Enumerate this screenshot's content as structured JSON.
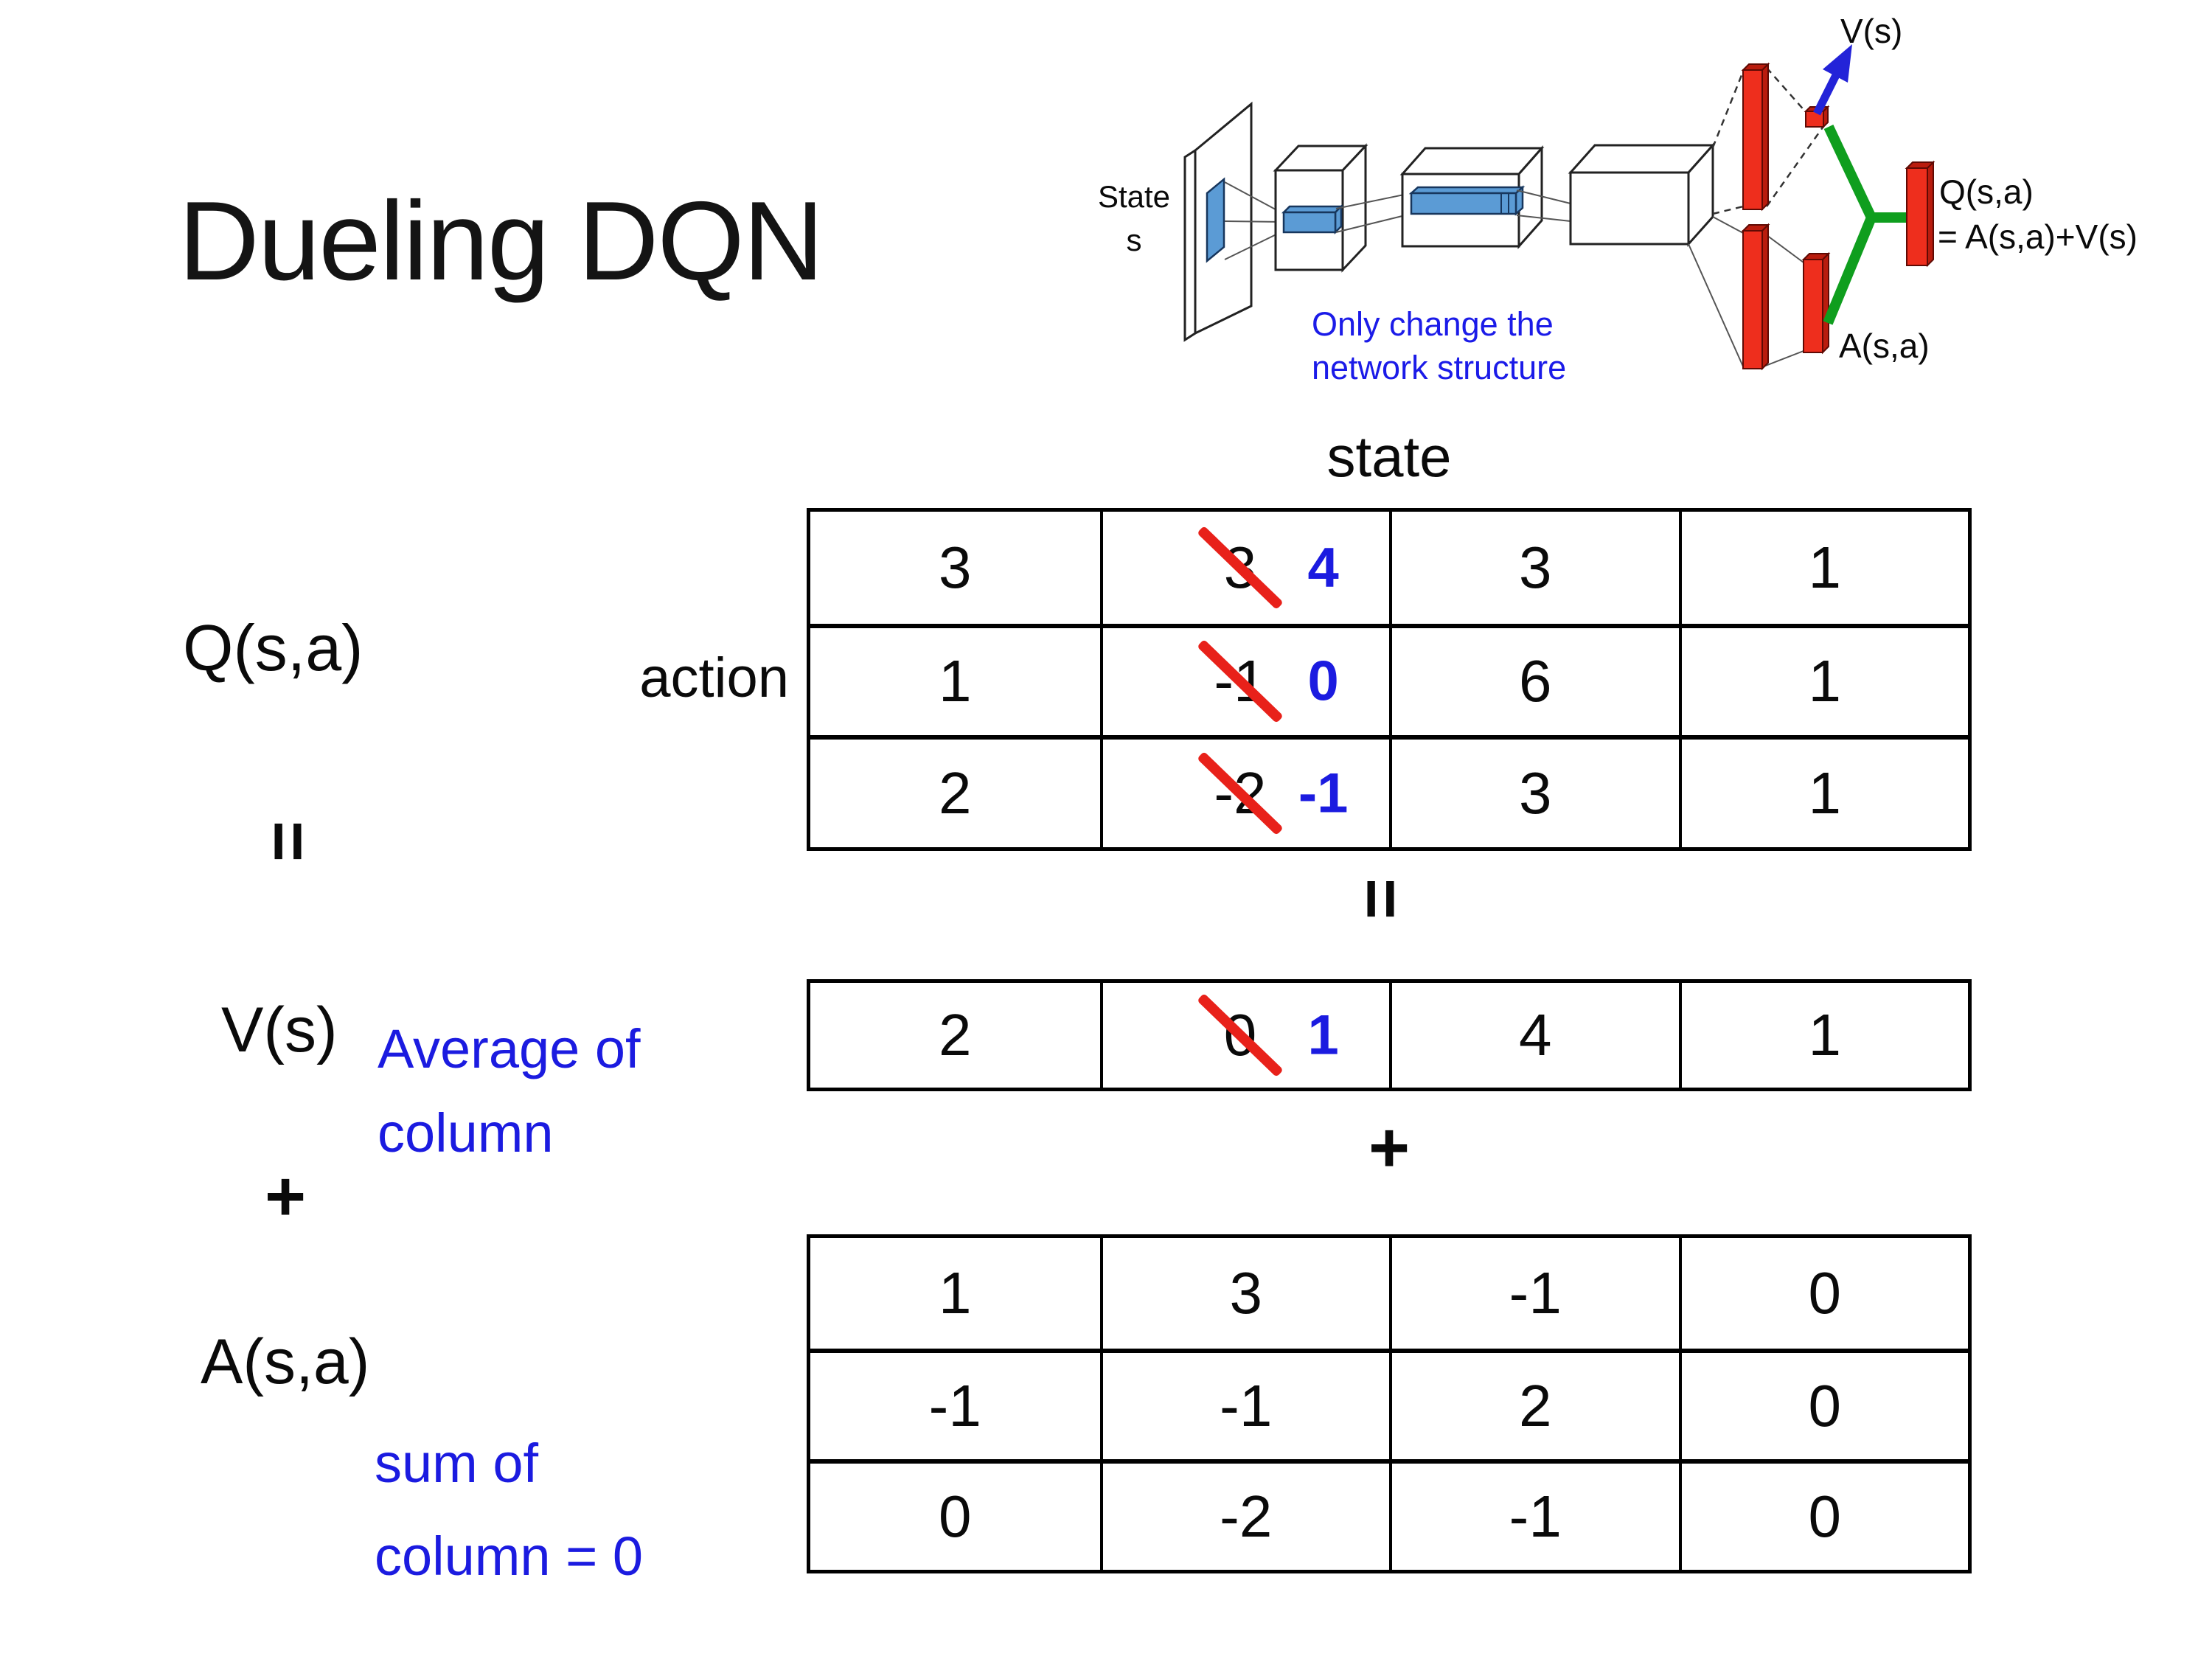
{
  "title": "Dueling DQN",
  "colors": {
    "highlight_blue": "#1b1be0",
    "strike_red": "#e8211a",
    "bar_red": "#ee2e1d",
    "bar_red_dark": "#b91c0e",
    "slab_blue": "#5b9bd5",
    "green": "#0f9e1e",
    "arrow_blue": "#2323d8",
    "note_blue": "#1b1be8"
  },
  "diagram": {
    "state_line1": "State",
    "state_line2": "s",
    "note_line1": "Only change the",
    "note_line2": "network structure",
    "v_label": "V(s)",
    "q_label": "Q(s,a)",
    "q_formula": "= A(s,a)+V(s)",
    "a_label": "A(s,a)"
  },
  "left_labels": {
    "q": "Q(s,a)",
    "equals": "=",
    "v": "V(s)",
    "plus": "+",
    "a": "A(s,a)"
  },
  "annotations": {
    "action": "action",
    "state": "state",
    "average_line1": "Average of",
    "average_line2": "column",
    "sum_line1": "sum of",
    "sum_line2": "column = 0",
    "equals_mid": "=",
    "plus_mid": "+"
  },
  "q_table": {
    "rows": [
      [
        "3",
        {
          "old": "3",
          "new": "4"
        },
        "3",
        "1"
      ],
      [
        "1",
        {
          "old": "-1",
          "new": "0"
        },
        "6",
        "1"
      ],
      [
        "2",
        {
          "old": "-2",
          "new": "-1"
        },
        "3",
        "1"
      ]
    ]
  },
  "v_table": {
    "row": [
      "2",
      {
        "old": "0",
        "new": "1"
      },
      "4",
      "1"
    ]
  },
  "a_table": {
    "rows": [
      [
        "1",
        "3",
        "-1",
        "0"
      ],
      [
        "-1",
        "-1",
        "2",
        "0"
      ],
      [
        "0",
        "-2",
        "-1",
        "0"
      ]
    ]
  }
}
